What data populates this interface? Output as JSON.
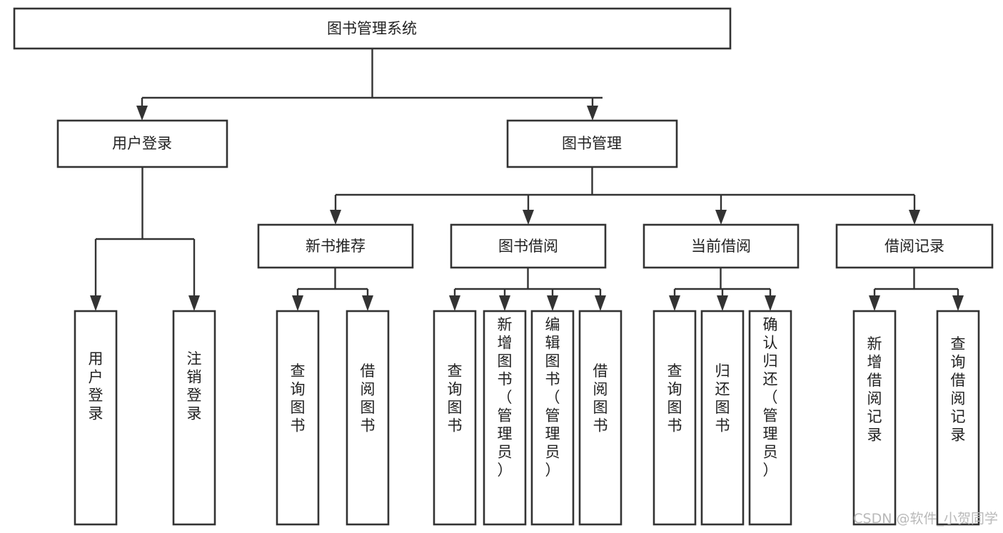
{
  "diagram": {
    "title": "图书管理系统",
    "type": "tree",
    "root": {
      "id": "root",
      "label": "图书管理系统",
      "orientation": "horizontal"
    },
    "level2": [
      {
        "id": "user-login",
        "label": "用户登录",
        "orientation": "horizontal"
      },
      {
        "id": "book-manage",
        "label": "图书管理",
        "orientation": "horizontal"
      }
    ],
    "level3": [
      {
        "id": "new-book-rec",
        "label": "新书推荐",
        "parent": "book-manage",
        "orientation": "horizontal"
      },
      {
        "id": "book-borrow",
        "label": "图书借阅",
        "parent": "book-manage",
        "orientation": "horizontal"
      },
      {
        "id": "current-borrow",
        "label": "当前借阅",
        "parent": "book-manage",
        "orientation": "horizontal"
      },
      {
        "id": "borrow-record",
        "label": "借阅记录",
        "parent": "book-manage",
        "orientation": "horizontal"
      }
    ],
    "leaves": [
      {
        "id": "leaf-user-login",
        "label": "用户登录",
        "parent": "user-login",
        "orientation": "vertical"
      },
      {
        "id": "leaf-logout-login",
        "label": "注销登录",
        "parent": "user-login",
        "orientation": "vertical"
      },
      {
        "id": "leaf-query-book-1",
        "label": "查询图书",
        "parent": "new-book-rec",
        "orientation": "vertical"
      },
      {
        "id": "leaf-borrow-book-1",
        "label": "借阅图书",
        "parent": "new-book-rec",
        "orientation": "vertical"
      },
      {
        "id": "leaf-query-book-2",
        "label": "查询图书",
        "parent": "book-borrow",
        "orientation": "vertical"
      },
      {
        "id": "leaf-add-book",
        "label": "新增图书（管理员）",
        "parent": "book-borrow",
        "orientation": "vertical"
      },
      {
        "id": "leaf-edit-book",
        "label": "编辑图书（管理员）",
        "parent": "book-borrow",
        "orientation": "vertical"
      },
      {
        "id": "leaf-borrow-book-2",
        "label": "借阅图书",
        "parent": "book-borrow",
        "orientation": "vertical"
      },
      {
        "id": "leaf-query-book-3",
        "label": "查询图书",
        "parent": "current-borrow",
        "orientation": "vertical"
      },
      {
        "id": "leaf-return-book",
        "label": "归还图书",
        "parent": "current-borrow",
        "orientation": "vertical"
      },
      {
        "id": "leaf-confirm-return",
        "label": "确认归还（管理员）",
        "parent": "current-borrow",
        "orientation": "vertical"
      },
      {
        "id": "leaf-add-record",
        "label": "新增借阅记录",
        "parent": "borrow-record",
        "orientation": "vertical"
      },
      {
        "id": "leaf-query-record",
        "label": "查询借阅记录",
        "parent": "borrow-record",
        "orientation": "vertical"
      }
    ],
    "colors": {
      "box_stroke": "#333333",
      "box_fill": "#ffffff",
      "text": "#222222",
      "connector": "#333333",
      "background": "#ffffff",
      "watermark": "#b9b9b9"
    }
  },
  "watermark": {
    "text": "CSDN @软件_小贺同学"
  }
}
